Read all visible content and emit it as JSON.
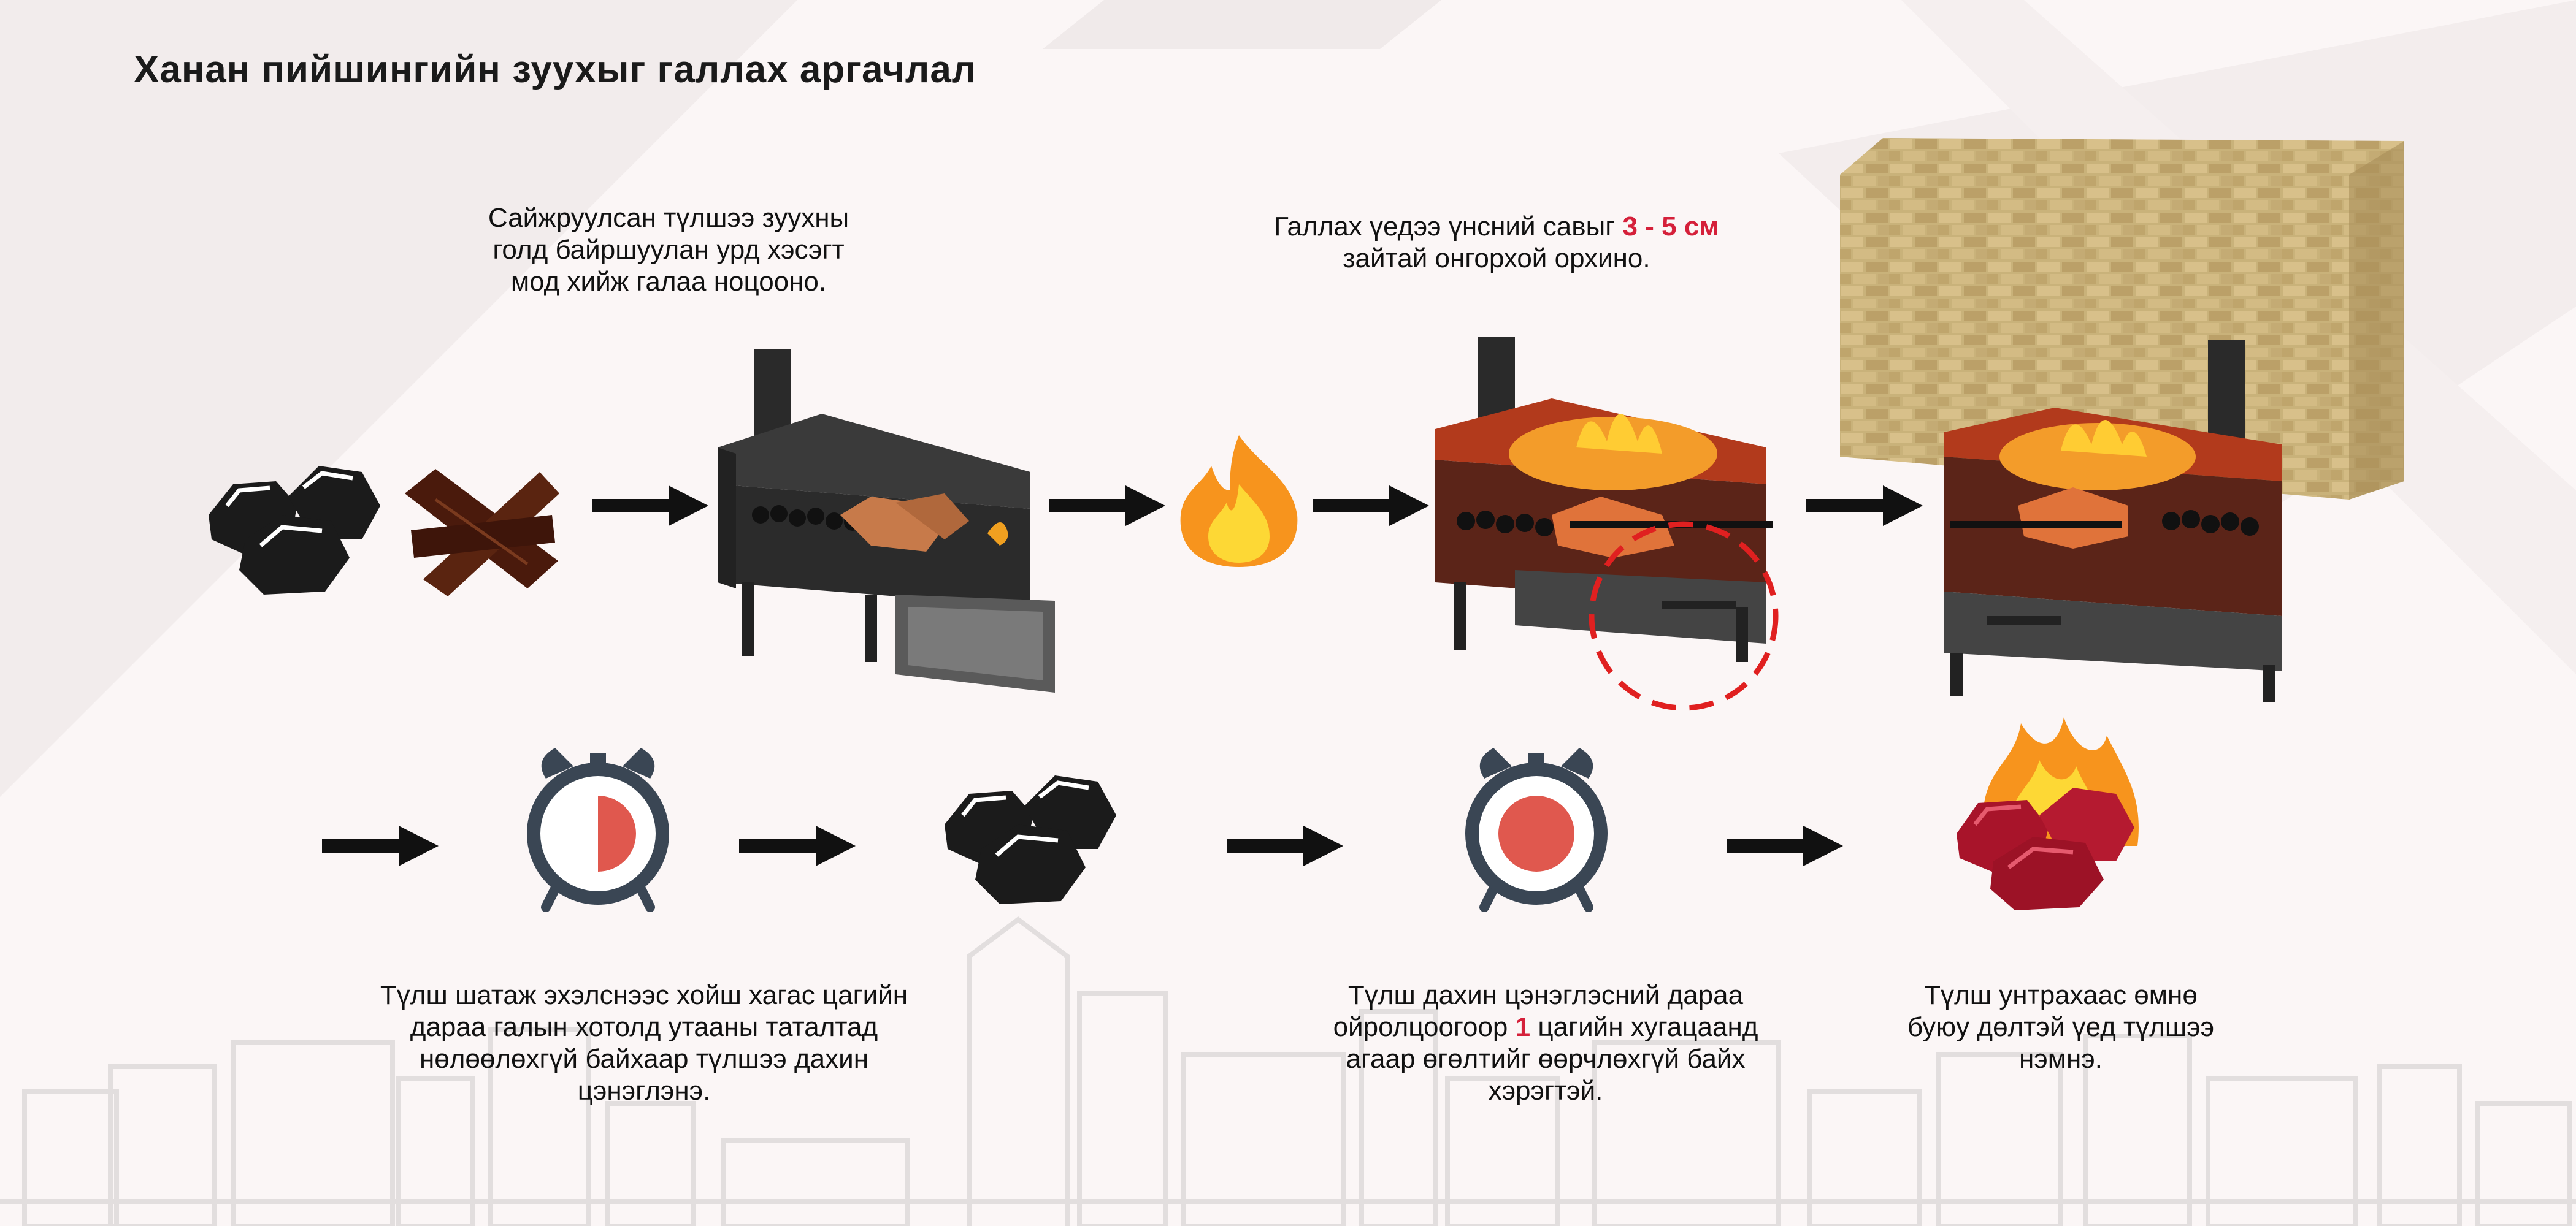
{
  "title": "Ханан пийшингийн зуухыг галлах аргачлал",
  "captions": {
    "step1": {
      "line1": "Сайжруулсан түлшээ зуухны",
      "line2": "голд байршуулан урд хэсэгт",
      "line3": "мод хийж галаа ноцооно."
    },
    "step2": {
      "line1_pre": "Галлах үедээ үнсний савыг ",
      "line1_hl": "3 - 5 см",
      "line2": "зайтай онгорхой орхино."
    },
    "step3": {
      "line1": "Түлш шатаж эхэлснээс хойш хагас цагийн",
      "line2": "дараа галын хотолд утааны таталтад",
      "line3": "нөлөөлөхгүй байхаар түлшээ дахин",
      "line4": "цэнэглэнэ."
    },
    "step4": {
      "line1": "Түлш дахин цэнэглэсний дараа",
      "line2_pre": "ойролцоогоор ",
      "line2_hl": "1",
      "line2_post": " цагийн хугацаанд",
      "line3": "агаар өгөлтийг өөрчлөхгүй байх",
      "line4": "хэрэгтэй."
    },
    "step5": {
      "line1": "Түлш унтрахаас өмнө",
      "line2": "буюу дөлтэй үед түлшээ",
      "line3": "нэмнэ."
    }
  },
  "timers": {
    "first": {
      "fill_fraction": 0.5
    },
    "second": {
      "fill_fraction": 1.0
    }
  },
  "colors": {
    "accent": "#d5203a",
    "arrow": "#111111",
    "coal": "#1b1b1b",
    "wood": "#4a1a0c",
    "timer_ring": "#3a4654",
    "timer_fill": "#e0584e",
    "flame": "#f7941d",
    "brick": "#c9b27a"
  },
  "icons": [
    "coal-icon",
    "wood-logs-icon",
    "arrow-right-icon",
    "stove-icon",
    "flame-icon",
    "stove-burning-icon",
    "dashed-circle-highlight",
    "brick-stove-icon",
    "alarm-clock-icon",
    "burning-coal-icon"
  ]
}
